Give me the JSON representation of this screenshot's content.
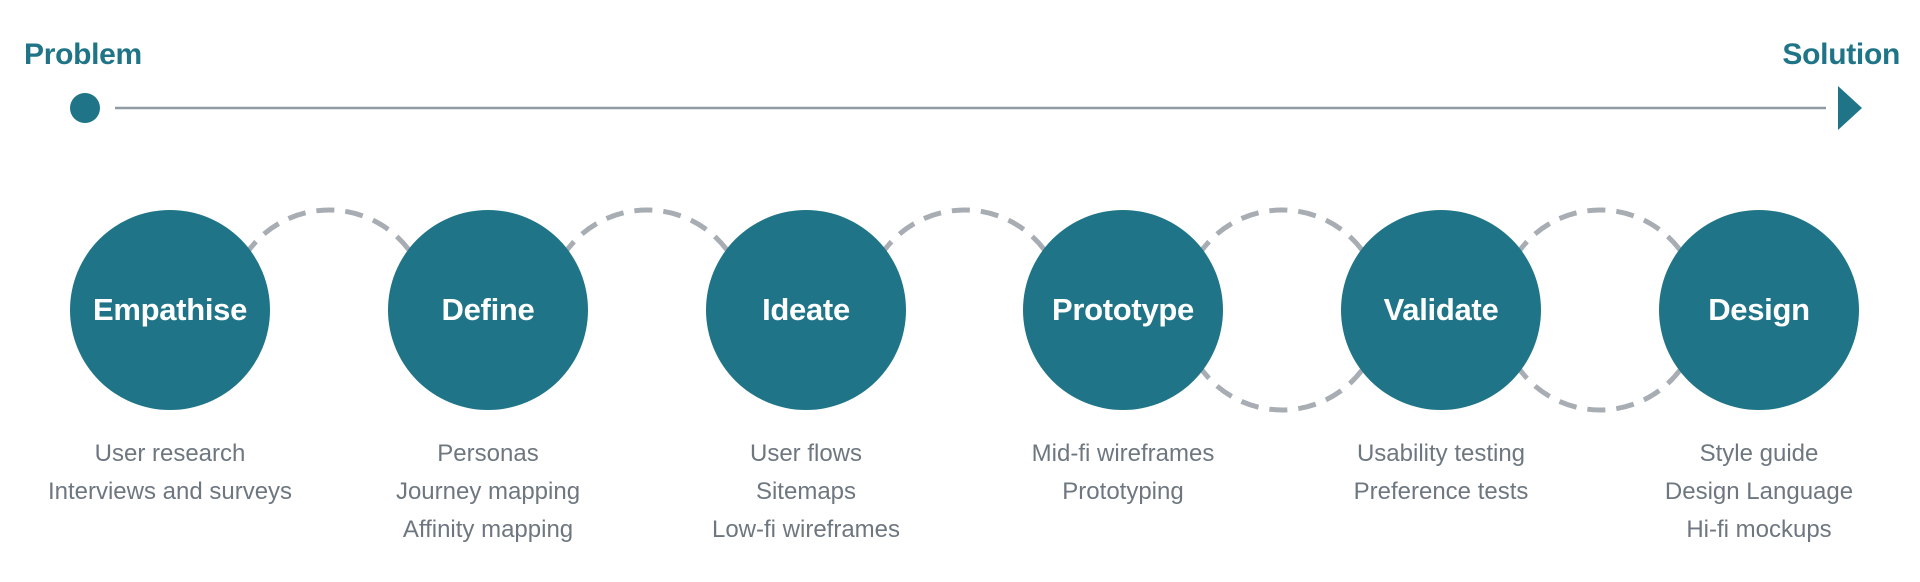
{
  "timeline": {
    "start_label": "Problem",
    "end_label": "Solution"
  },
  "colors": {
    "accent": "#1f7587",
    "line": "#8f9aa3",
    "connector": "#a7adb3",
    "text_muted": "#6e7780",
    "circle_text": "#ffffff"
  },
  "stages": [
    {
      "name": "Empathise",
      "items": [
        "User research",
        "Interviews and surveys"
      ]
    },
    {
      "name": "Define",
      "items": [
        "Personas",
        "Journey mapping",
        "Affinity mapping"
      ]
    },
    {
      "name": "Ideate",
      "items": [
        "User flows",
        "Sitemaps",
        "Low-fi wireframes"
      ]
    },
    {
      "name": "Prototype",
      "items": [
        "Mid-fi wireframes",
        "Prototyping"
      ]
    },
    {
      "name": "Validate",
      "items": [
        "Usability testing",
        "Preference tests"
      ]
    },
    {
      "name": "Design",
      "items": [
        "Style guide",
        "Design Language",
        "Hi-fi mockups"
      ]
    }
  ],
  "connectors": [
    {
      "between": [
        "Empathise",
        "Define"
      ],
      "arcs": [
        "top"
      ]
    },
    {
      "between": [
        "Define",
        "Ideate"
      ],
      "arcs": [
        "top"
      ]
    },
    {
      "between": [
        "Ideate",
        "Prototype"
      ],
      "arcs": [
        "top"
      ]
    },
    {
      "between": [
        "Prototype",
        "Validate"
      ],
      "arcs": [
        "top",
        "bottom"
      ]
    },
    {
      "between": [
        "Validate",
        "Design"
      ],
      "arcs": [
        "top",
        "bottom"
      ]
    }
  ]
}
